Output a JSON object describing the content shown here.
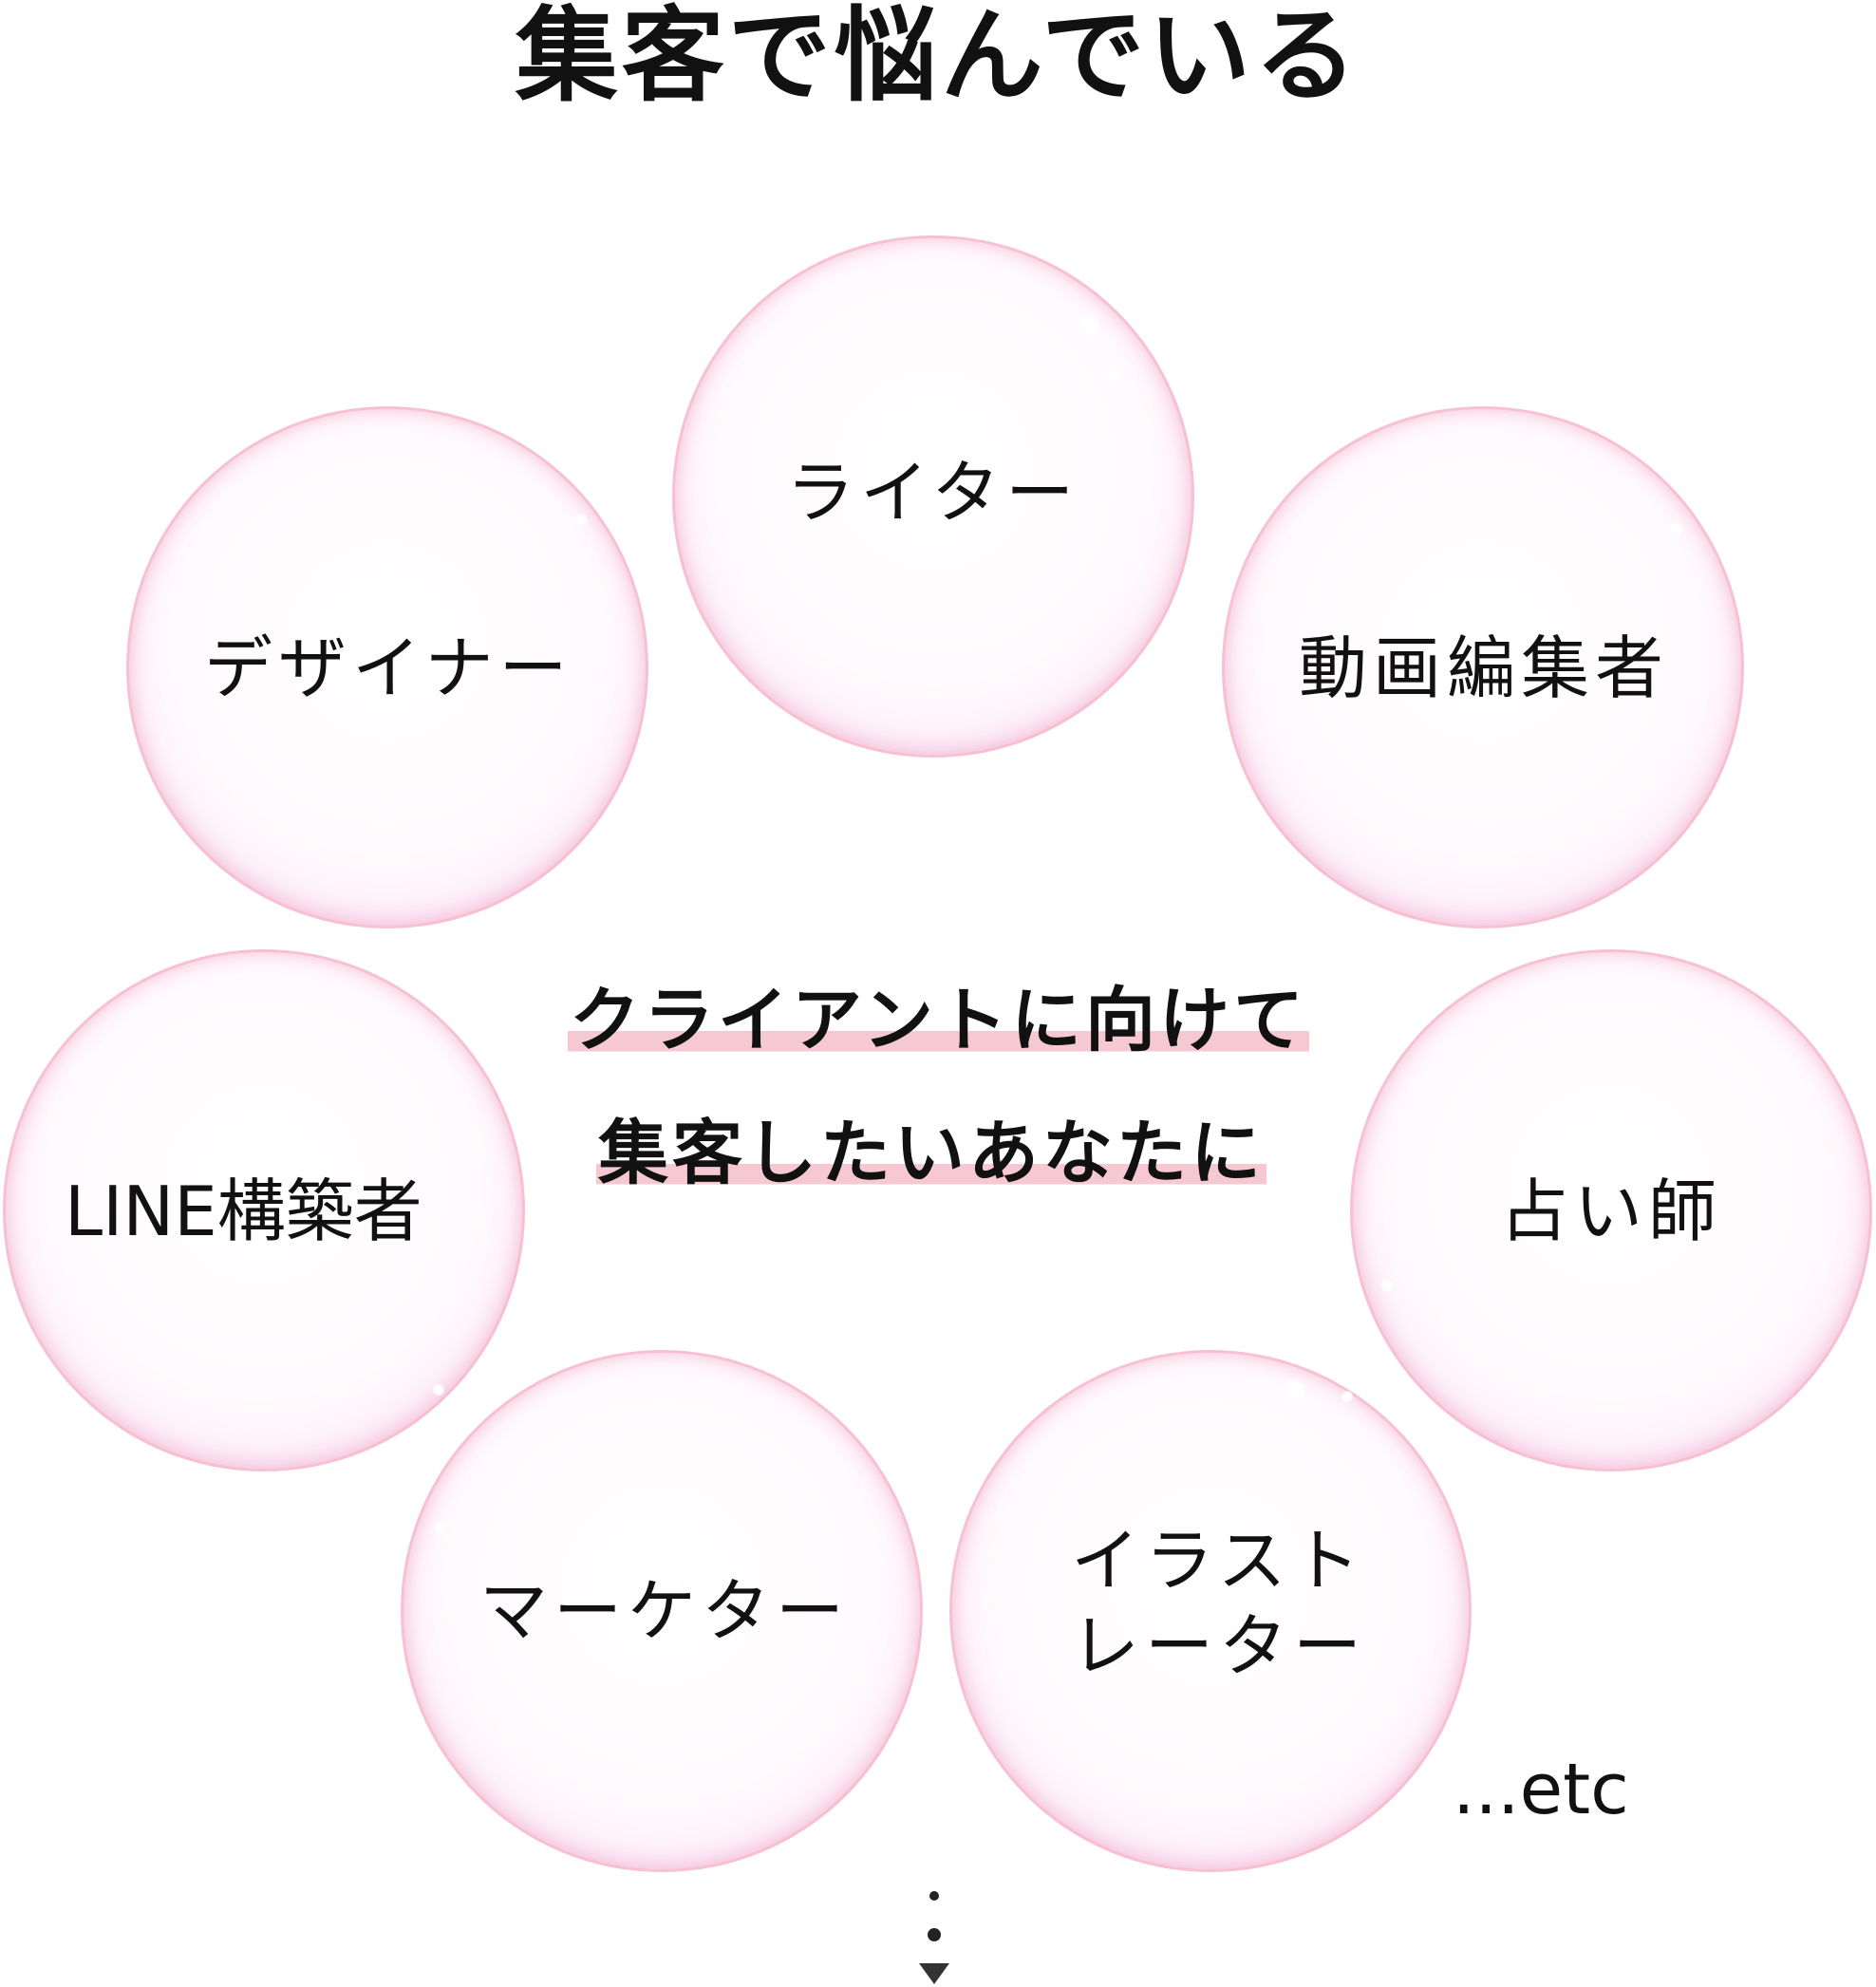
{
  "title": "集客で悩んでいる",
  "bubbles": {
    "writer": "ライター",
    "designer": "デザイナー",
    "video_editor": "動画編集者",
    "line_builder": "LINE構築者",
    "fortune_teller": "占い師",
    "marketer": "マーケター",
    "illustrator_line1": "イラスト",
    "illustrator_line2": "レーター"
  },
  "center": {
    "line1": "クライアントに向けて",
    "line2": "集客したいあなたに"
  },
  "etc": "...etc",
  "colors": {
    "highlight": "#f6c8d2",
    "bubble_rim": "#f0a6b8",
    "text": "#111111"
  },
  "icons": {
    "scroll_indicator": "down-arrow-icon"
  }
}
